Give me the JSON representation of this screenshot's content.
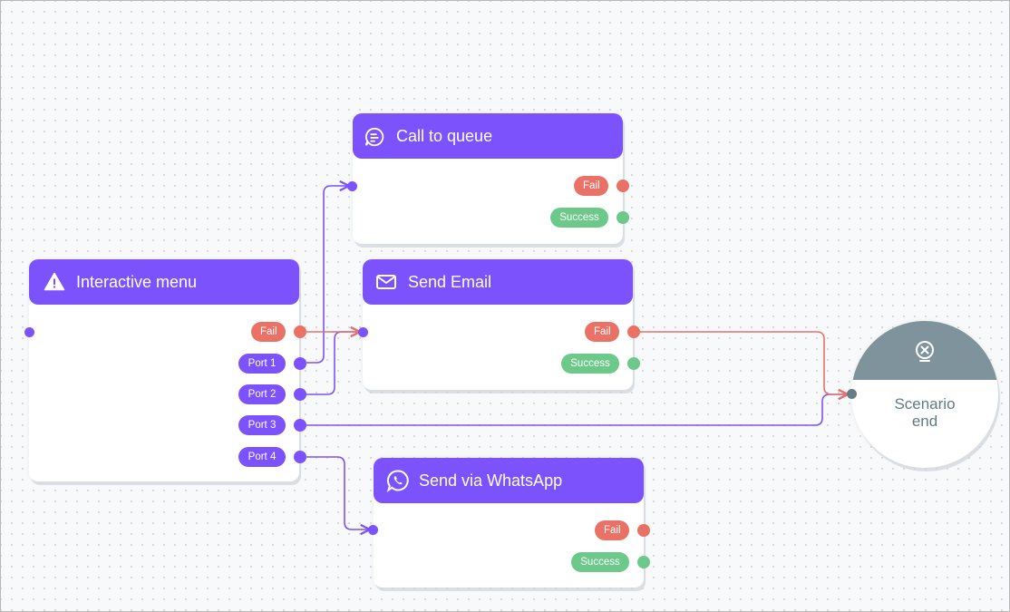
{
  "nodes": {
    "interactive_menu": {
      "title": "Interactive menu",
      "icon": "warning-icon",
      "ports": [
        "Fail",
        "Port 1",
        "Port 2",
        "Port 3",
        "Port 4"
      ]
    },
    "call_to_queue": {
      "title": "Call to queue",
      "icon": "chat-queue-icon",
      "ports": [
        "Fail",
        "Success"
      ]
    },
    "send_email": {
      "title": "Send Email",
      "icon": "envelope-icon",
      "ports": [
        "Fail",
        "Success"
      ]
    },
    "send_whatsapp": {
      "title": "Send via WhatsApp",
      "icon": "whatsapp-icon",
      "ports": [
        "Fail",
        "Success"
      ]
    },
    "scenario_end": {
      "line1": "Scenario",
      "line2": "end",
      "icon": "close-circle-icon"
    }
  },
  "colors": {
    "header": "#7b52fb",
    "fail": "#e97166",
    "success": "#6dc98a",
    "end": "#7e939c"
  }
}
